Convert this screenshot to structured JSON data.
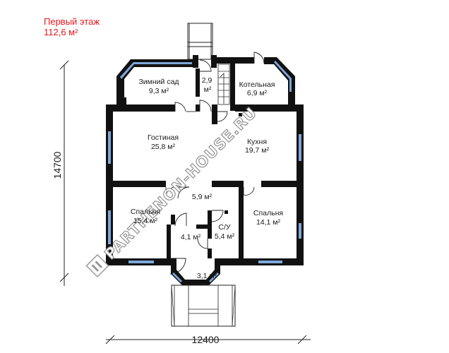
{
  "header": {
    "floor_name": "Первый этаж",
    "floor_area": "112,6 м²"
  },
  "dimensions": {
    "height": "14700",
    "width": "12400"
  },
  "watermark": {
    "text": "PARTHENON-HOUSE.RU",
    "color": "#b5b5b5"
  },
  "rooms": [
    {
      "id": "winter-garden",
      "name": "Зимний сад",
      "area": "9,3 м²"
    },
    {
      "id": "hall",
      "name": "",
      "area_line1": "2,9",
      "area_line2": "м²"
    },
    {
      "id": "boiler",
      "name": "Котельная",
      "area": "6,9 м²"
    },
    {
      "id": "living",
      "name": "Гостиная",
      "area": "25,8 м²"
    },
    {
      "id": "kitchen",
      "name": "Кухня",
      "area": "19,7 м²"
    },
    {
      "id": "corridor",
      "name": "",
      "area": "5,9 м²"
    },
    {
      "id": "bedroom-left",
      "name": "Спальня",
      "area": "15,4 м²"
    },
    {
      "id": "bedroom-right",
      "name": "Спальня",
      "area": "14,1 м²"
    },
    {
      "id": "wc",
      "name": "С/У",
      "area": "5,4 м²"
    },
    {
      "id": "closet",
      "name": "",
      "area": "4,1 м²"
    },
    {
      "id": "vestibule",
      "name": "",
      "area": "3,1 м²"
    }
  ],
  "colors": {
    "wall": "#111111",
    "window": "#7da7d9",
    "title": "#e8161b"
  }
}
